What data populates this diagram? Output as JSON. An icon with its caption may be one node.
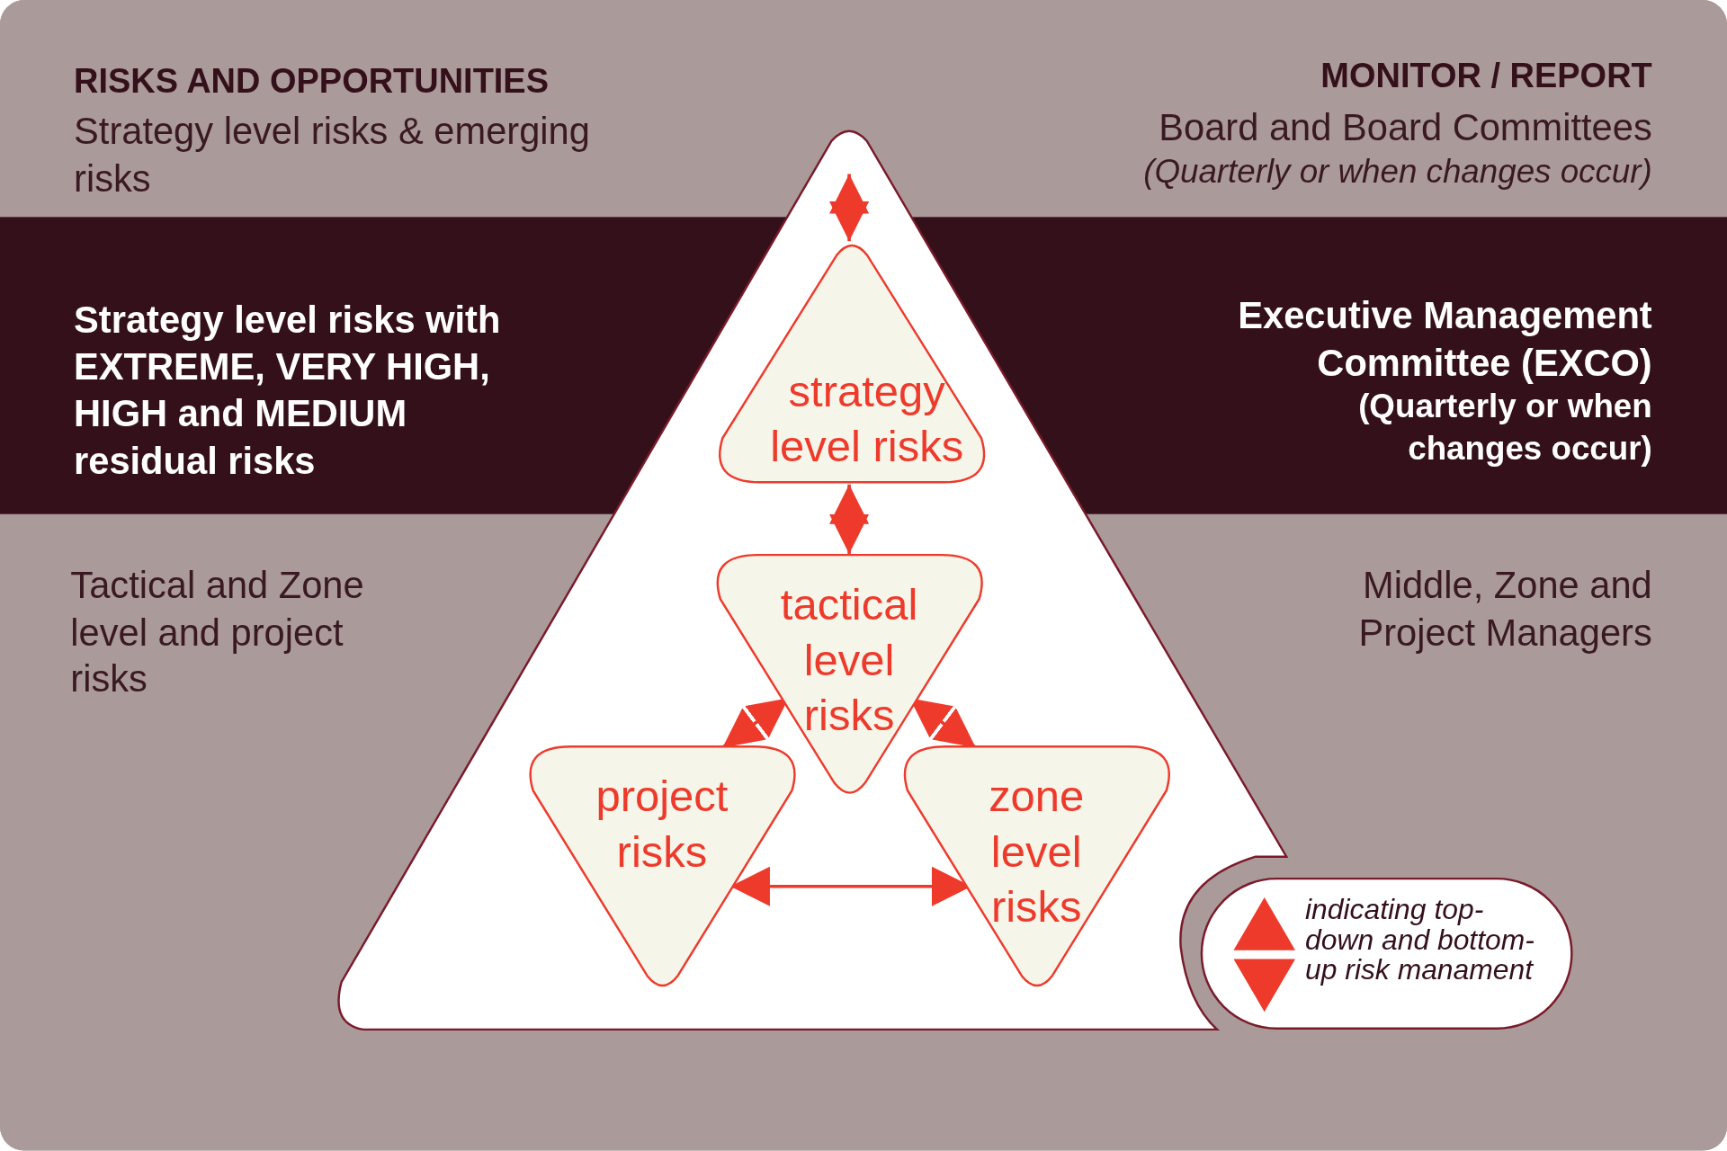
{
  "diagram": {
    "nodes": [
      {
        "text": [
          "strategy level risks"
        ]
      },
      {
        "text": [
          "tactical level risks"
        ]
      },
      {
        "text": [
          "project risks"
        ]
      },
      {
        "text": [
          "zone level risks"
        ]
      }
    ],
    "edges": [
      {
        "from": null,
        "to": 0,
        "arrow": "both"
      },
      {
        "from": 0,
        "to": 1,
        "arrow": "both"
      },
      {
        "from": 1,
        "to": 2,
        "arrow": "both"
      },
      {
        "from": 1,
        "to": 3,
        "arrow": "both"
      },
      {
        "from": 2,
        "to": 3,
        "arrow": "both"
      }
    ],
    "labels": [
      "RISKS AND OPPORTUNITIES",
      "Strategy level risks & emerging risks",
      "MONITOR / REPORT",
      "Board and Board Committees",
      "(Quarterly or when changes occur)",
      "Strategy level risks with EXTREME, VERY HIGH, HIGH and MEDIUM residual risks",
      "Executive Management Committee (EXCO)",
      "(Quarterly or when changes occur)",
      "Tactical and Zone level and project risks",
      "Middle, Zone and Project Managers"
    ],
    "legend": [
      {
        "text": "indicating top-down and bottom-up risk manament"
      }
    ]
  }
}
